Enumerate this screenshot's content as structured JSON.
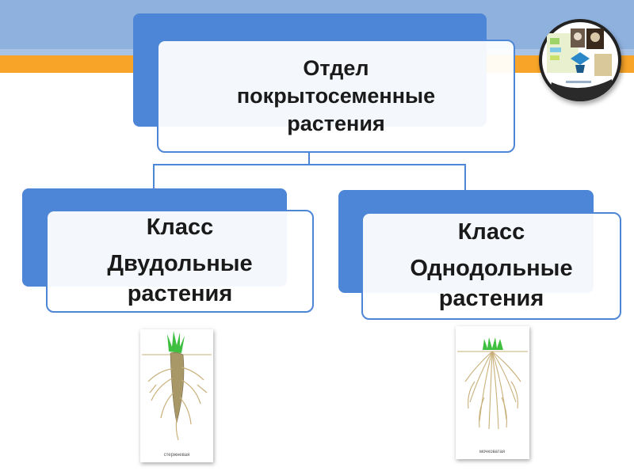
{
  "diagram": {
    "root": {
      "line1": "Отдел",
      "line2": "покрытосеменные",
      "line3": "растения"
    },
    "left": {
      "line1": "Класс",
      "line2": "Двудольные",
      "line3": "растения"
    },
    "right": {
      "line1": "Класс",
      "line2": "Однодольные",
      "line3": "растения"
    }
  },
  "images": {
    "left_caption": "стержневая",
    "right_caption": "мочковатая"
  },
  "colors": {
    "accent_blue": "#4d86d6",
    "band_blue": "#a9c3e6",
    "band_orange": "#f7a428",
    "leaf_green": "#3fbf3f",
    "root_tan": "#c9b07a"
  }
}
